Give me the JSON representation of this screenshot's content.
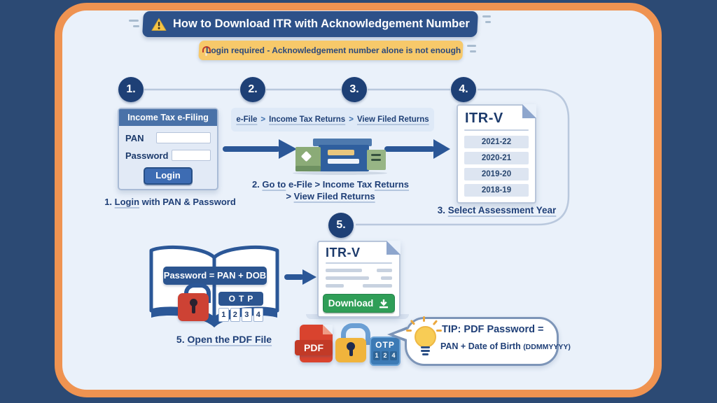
{
  "header": {
    "title": "How to Download ITR with Acknowledgement Number",
    "subtitle": "Login required - Acknowledgement number alone is not enough"
  },
  "steps": {
    "c1": "1.",
    "c2": "2.",
    "c3": "3.",
    "c4": "4.",
    "c5": "5."
  },
  "login_card": {
    "title": "Income Tax e-Filing",
    "pan_label": "PAN",
    "password_label": "Password",
    "login_button": "Login"
  },
  "breadcrumb": {
    "item1": "e-File",
    "sep": ">",
    "item2": "Income Tax Returns",
    "item3": "View Filed Returns"
  },
  "captions": {
    "step1_num": "1. ",
    "step1_u": "Login",
    "step1_rest": " with PAN & Password",
    "step2_num": "2. ",
    "step2_u1": "Go to",
    "step2_mid": " e-File > Income Tax ",
    "step2_u2": "Returns",
    "step2_line2_prefix": "> ",
    "step2_line2": "View Filed Returns",
    "step3_num": "3. ",
    "step3_u": "Select Assessment Year",
    "step5_num": "5. ",
    "step5_u": "Open the PDF File"
  },
  "assessment_doc": {
    "title": "ITR-V",
    "year1": "2021-22",
    "year2": "2020-21",
    "year3": "2019-20",
    "year4": "2018-19"
  },
  "download_doc": {
    "title": "ITR-V",
    "button": "Download"
  },
  "book": {
    "banner": "Password = PAN + DOB",
    "otp_title": "OTP",
    "d1": "1",
    "d2": "2",
    "d3": "3",
    "d4": "4"
  },
  "pdf_row": {
    "pdf_label": "PDF",
    "otp_label": "OTP",
    "b1": "1",
    "b2": "2",
    "b3": "4"
  },
  "tip": {
    "line1": "TIP: PDF Password =",
    "line2_main": "PAN + Date of Birth ",
    "line2_small": "(DDMMYYYY)"
  },
  "icons": {
    "warning": "triangle-exclamation",
    "lock_red": "padlock-red",
    "lock_yellow": "padlock-yellow",
    "download": "arrow-down-tray",
    "bulb": "lightbulb",
    "pdf": "pdf-file"
  },
  "colors": {
    "background": "#2c4a74",
    "panel_bg": "#eaf1fa",
    "border_orange": "#ef9351",
    "banner_blue": "#2d5189",
    "banner_yellow": "#f7c96a",
    "accent_navy": "#1f3f77",
    "arrow_blue": "#2b5797",
    "button_green": "#2f9e57",
    "pdf_red": "#d9432e",
    "lock_yellow": "#f0b43c"
  }
}
